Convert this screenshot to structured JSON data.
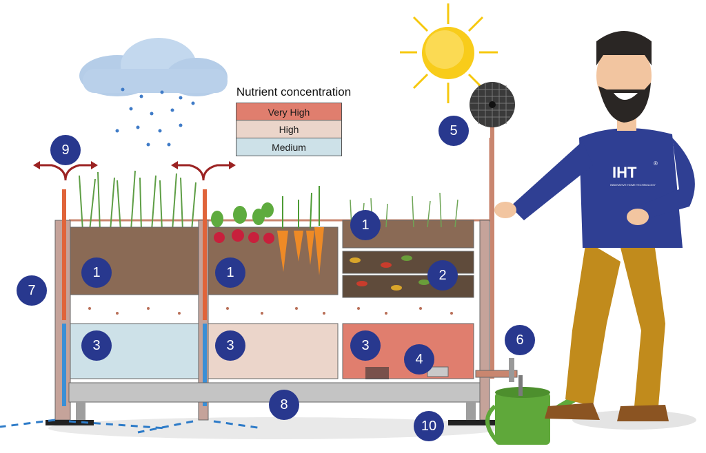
{
  "legend": {
    "title": "Nutrient concentration",
    "items": [
      {
        "label": "Very High",
        "color": "#e07e6e"
      },
      {
        "label": "High",
        "color": "#ebd5ca"
      },
      {
        "label": "Medium",
        "color": "#cde1e8"
      }
    ]
  },
  "badges": [
    "1",
    "1",
    "1",
    "2",
    "3",
    "3",
    "3",
    "4",
    "5",
    "6",
    "7",
    "8",
    "9",
    "10"
  ],
  "shirt_logo": "IHT",
  "shirt_trademark": "®",
  "shirt_tagline": "INNOVATIVE HOME TECHNOLOGY",
  "colors": {
    "badge": "#28388e",
    "soil": "#8a6a55",
    "water_medium": "#cde1e8",
    "water_high": "#ebd5ca",
    "water_very_high": "#e07e6e",
    "frame": "#b7b7b7",
    "pipe": "#b96f58",
    "rain": "#3a8fd6",
    "shirt": "#2f3f93",
    "pants": "#c18b1c",
    "can": "#5fa83a",
    "sun": "#f6c80e"
  },
  "icons": [
    "rain-cloud-icon",
    "sun-icon",
    "solar-panel-icon",
    "watering-can-icon",
    "drip-arrow-icon"
  ]
}
